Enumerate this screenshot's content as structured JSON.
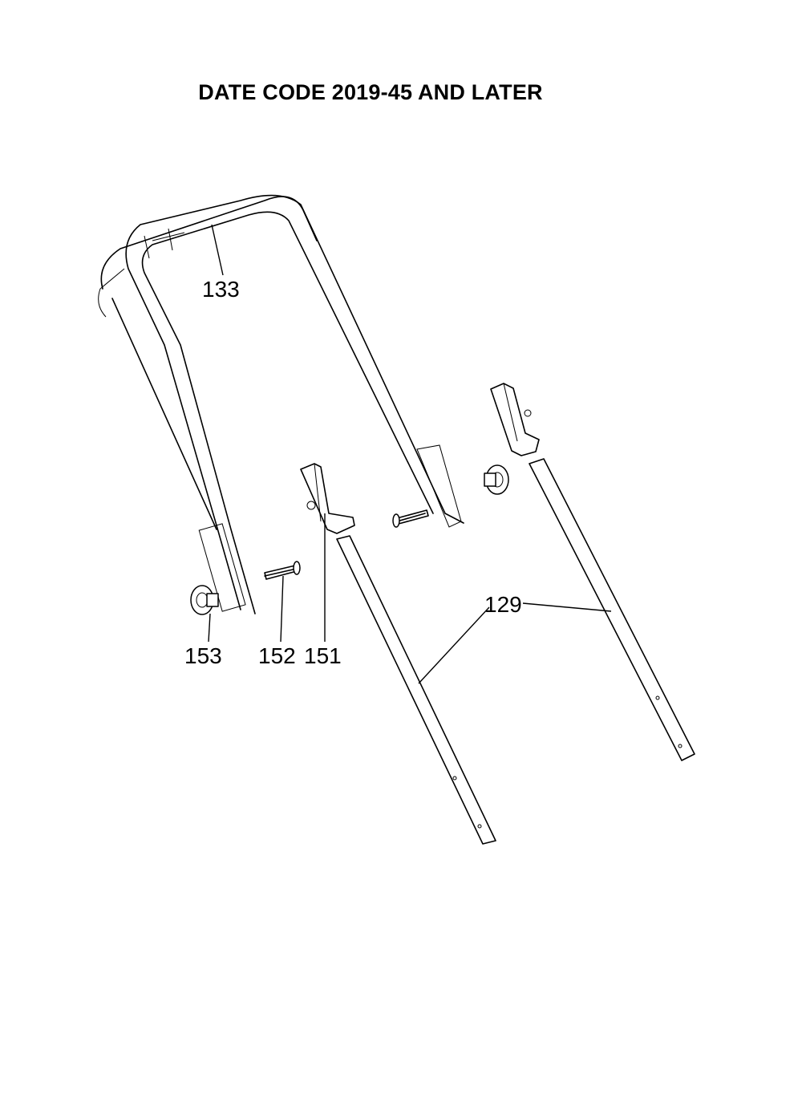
{
  "title": "DATE CODE 2019-45 AND LATER",
  "callouts": [
    {
      "id": "133"
    },
    {
      "id": "129"
    },
    {
      "id": "153"
    },
    {
      "id": "152"
    },
    {
      "id": "151"
    }
  ]
}
